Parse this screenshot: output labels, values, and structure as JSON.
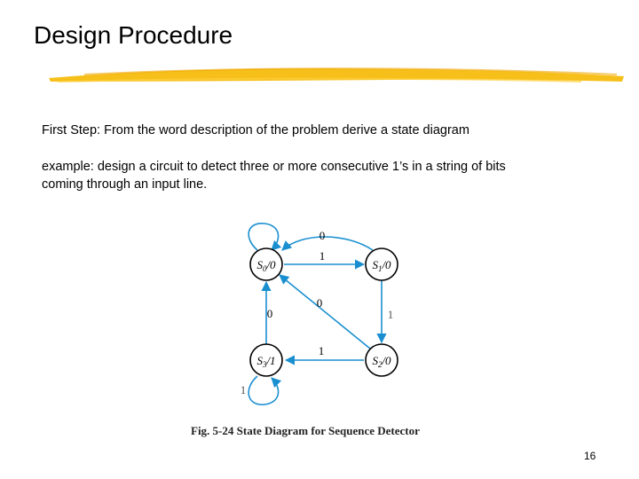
{
  "slide": {
    "title": "Design Procedure",
    "step": "First Step: From the word description of the problem derive a state diagram",
    "example_line1": "example: design a circuit to detect three or more consecutive 1’s in a string of bits",
    "example_line2": "coming through an input line.",
    "page_number": "16",
    "accent_color": "#f5b800"
  },
  "diagram": {
    "edge_color": "#1a8fd0",
    "states": [
      {
        "id": "S0",
        "name": "S",
        "sub": "0",
        "output": "/0"
      },
      {
        "id": "S1",
        "name": "S",
        "sub": "1",
        "output": "/0"
      },
      {
        "id": "S2",
        "name": "S",
        "sub": "2",
        "output": "/0"
      },
      {
        "id": "S3",
        "name": "S",
        "sub": "3",
        "output": "/1"
      }
    ],
    "edges": [
      {
        "from": "S0",
        "to": "S0",
        "label": ""
      },
      {
        "from": "S1",
        "to": "S0",
        "label": "0"
      },
      {
        "from": "S0",
        "to": "S1",
        "label": "1"
      },
      {
        "from": "S2",
        "to": "S0",
        "label": "0"
      },
      {
        "from": "S1",
        "to": "S2",
        "label": "1"
      },
      {
        "from": "S3",
        "to": "S0",
        "label": "0"
      },
      {
        "from": "S2",
        "to": "S3",
        "label": "1"
      },
      {
        "from": "S3",
        "to": "S3",
        "label": "1"
      }
    ],
    "caption": "Fig. 5-24  State Diagram for Sequence Detector"
  }
}
